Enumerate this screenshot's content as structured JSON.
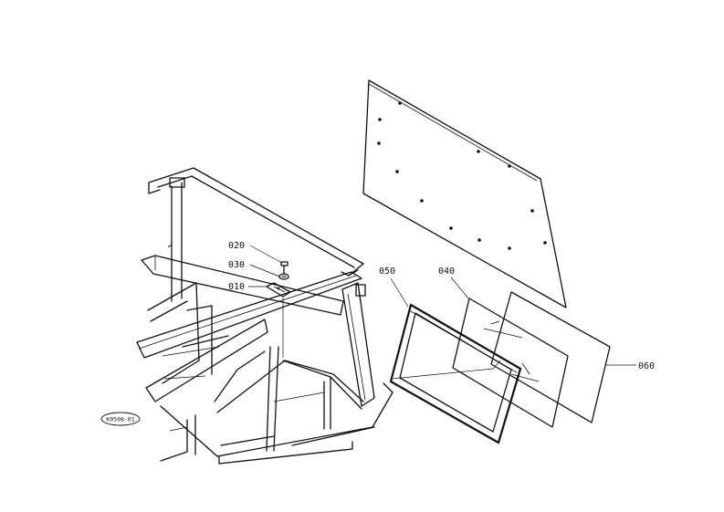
{
  "callouts": {
    "p020": "020",
    "p030": "030",
    "p010": "010",
    "p050": "050",
    "p040": "040",
    "p060": "060"
  },
  "drawing_code": "K0508-01",
  "colors": {
    "ink": "#111111",
    "background": "#ffffff"
  }
}
